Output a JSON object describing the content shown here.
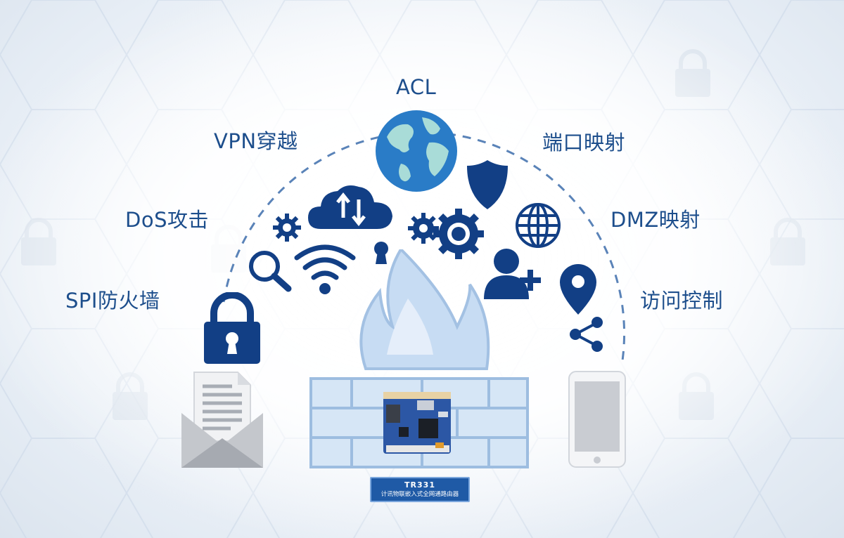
{
  "labels": {
    "acl": "ACL",
    "vpn": "VPN穿越",
    "port_mapping": "端口映射",
    "dos": "DoS攻击",
    "dmz": "DMZ映射",
    "spi": "SPI防火墙",
    "access_control": "访问控制"
  },
  "product": {
    "model": "TR331",
    "description": "计讯物联嵌入式全网通路由器"
  },
  "colors": {
    "brand_blue": "#1d4e8c",
    "icon_navy": "#123f85",
    "globe_water": "#2a7cc7",
    "globe_land": "#a9dcd8",
    "fire_light": "#c7dcf3",
    "wall_fill": "#d6e6f6"
  },
  "icons": [
    "globe-icon",
    "shield-icon",
    "cloud-sync-icon",
    "gear-icon",
    "gears-icon",
    "world-grid-icon",
    "search-icon",
    "wifi-icon",
    "keyhole-icon",
    "add-user-icon",
    "location-pin-icon",
    "share-icon",
    "padlock-icon",
    "document-envelope-icon",
    "smartphone-icon",
    "firewall-flame-icon",
    "router-board"
  ]
}
